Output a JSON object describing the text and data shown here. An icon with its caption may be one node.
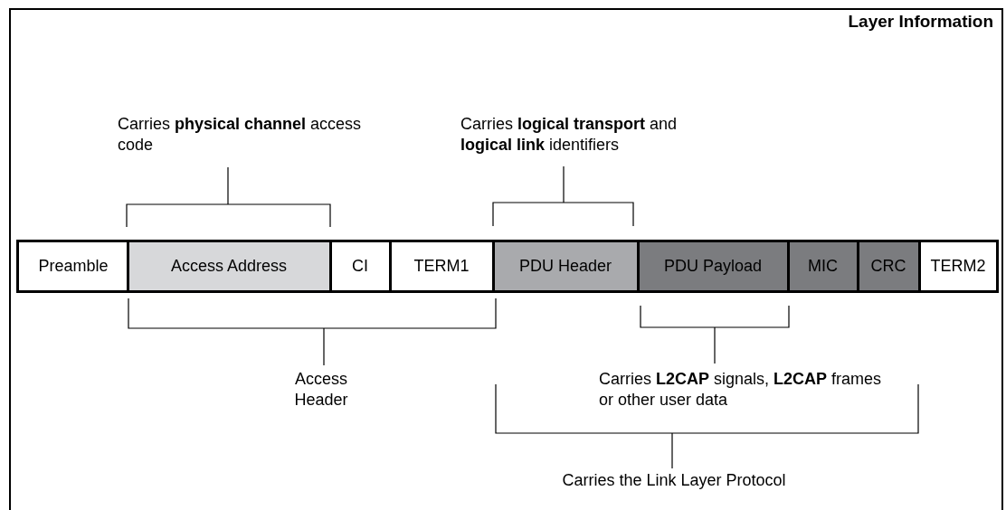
{
  "diagram": {
    "title": "Layer Information",
    "nodes": [
      {
        "text": [
          "Preamble"
        ]
      },
      {
        "text": [
          "Access Address"
        ]
      },
      {
        "text": [
          "CI"
        ]
      },
      {
        "text": [
          "TERM1"
        ]
      },
      {
        "text": [
          "PDU Header"
        ]
      },
      {
        "text": [
          "PDU Payload"
        ]
      },
      {
        "text": [
          "MIC"
        ]
      },
      {
        "text": [
          "CRC"
        ]
      },
      {
        "text": [
          "TERM2"
        ]
      }
    ],
    "labels": [
      "Carries **physical channel** access code",
      "Carries **logical transport** and **logical link** identifiers",
      "Access Header",
      "Carries **L2CAP** signals, **L2CAP** frames or other user data",
      "Carries the Link Layer Protocol"
    ]
  }
}
